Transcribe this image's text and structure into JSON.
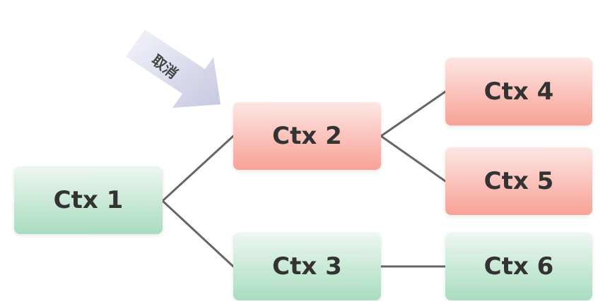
{
  "diagram": {
    "arrow_label": "取消",
    "nodes": {
      "ctx1": "Ctx 1",
      "ctx2": "Ctx 2",
      "ctx3": "Ctx 3",
      "ctx4": "Ctx 4",
      "ctx5": "Ctx 5",
      "ctx6": "Ctx 6"
    },
    "edges": [
      [
        "ctx1",
        "ctx2"
      ],
      [
        "ctx1",
        "ctx3"
      ],
      [
        "ctx2",
        "ctx4"
      ],
      [
        "ctx2",
        "ctx5"
      ],
      [
        "ctx3",
        "ctx6"
      ]
    ],
    "colors": {
      "green_node_top": "#edf7f1",
      "green_node_bottom": "#a9dcc0",
      "red_node_top": "#fde6e3",
      "red_node_bottom": "#f7a296",
      "edge_line": "#666666",
      "arrow_fill_light": "#f1f2f8",
      "arrow_fill_dark": "#c9cbe4",
      "text": "#333333"
    }
  }
}
